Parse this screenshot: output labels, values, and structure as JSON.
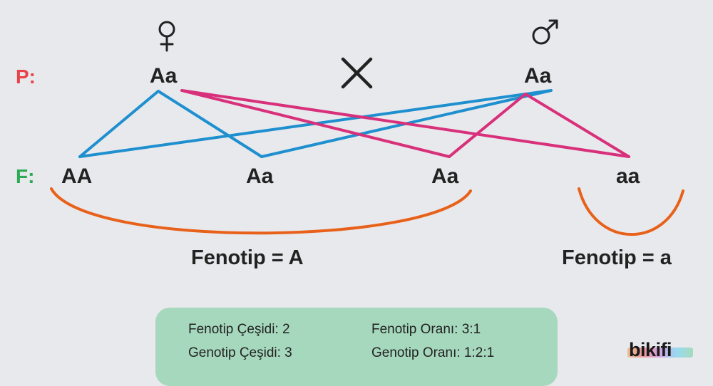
{
  "colors": {
    "parent_row": "#e8434a",
    "offspring_row": "#2eaa55",
    "allele_A_lines": "#1e8fcf",
    "allele_a_lines": "#d8307a",
    "brace": "#e8611a",
    "summary_bg": "#a6d8bd"
  },
  "icons": {
    "female": "female-symbol-icon",
    "male": "male-symbol-icon",
    "cross": "cross-icon"
  },
  "rows": {
    "parent_label": "P:",
    "offspring_label": "F:"
  },
  "parents": {
    "female": "Aa",
    "male": "Aa"
  },
  "offspring": [
    "AA",
    "Aa",
    "Aa",
    "aa"
  ],
  "phenotypes": {
    "dominant": "Fenotip = A",
    "recessive": "Fenotip = a"
  },
  "summary": {
    "phenotype_types": "Fenotip Çeşidi: 2",
    "genotype_types": "Genotip Çeşidi: 3",
    "phenotype_ratio": "Fenotip Oranı: 3:1",
    "genotype_ratio": "Genotip Oranı: 1:2:1"
  },
  "brand": "bikifi"
}
